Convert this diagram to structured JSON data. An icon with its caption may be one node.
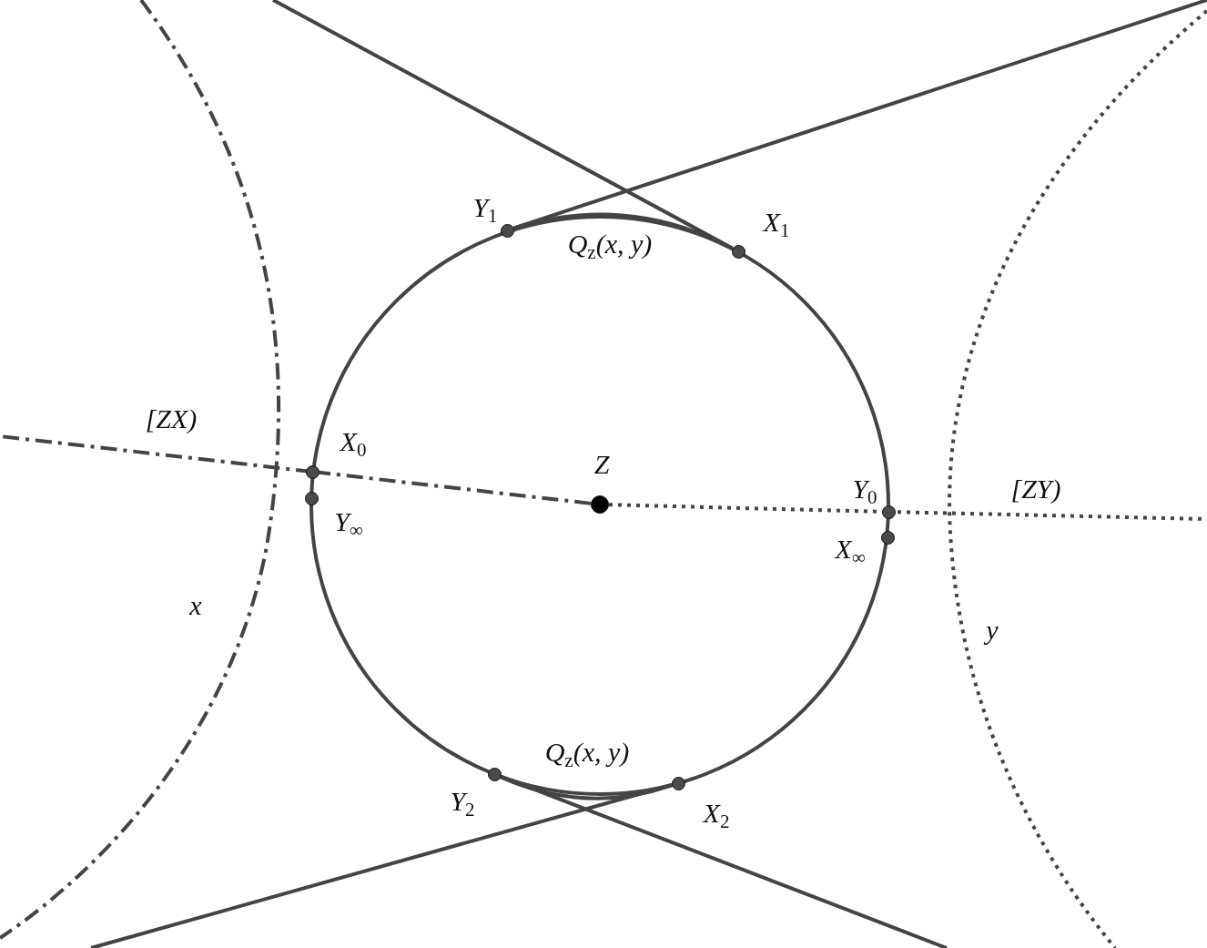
{
  "diagram": {
    "nodes": [
      {
        "text": [],
        "shape": "circle",
        "beside": [
          "Z"
        ]
      },
      {
        "text": [],
        "shape": "circle",
        "beside": [
          "X$_{0}$"
        ]
      },
      {
        "text": [],
        "shape": "circle",
        "beside": [
          "Y$_{∞}$"
        ]
      },
      {
        "text": [],
        "shape": "circle",
        "beside": [
          "Y$_{0}$"
        ]
      },
      {
        "text": [],
        "shape": "circle",
        "beside": [
          "X$_{∞}$"
        ]
      },
      {
        "text": [],
        "shape": "circle",
        "beside": [
          "Y$_{1}$"
        ]
      },
      {
        "text": [],
        "shape": "circle",
        "beside": [
          "X$_{1}$"
        ]
      },
      {
        "text": [],
        "shape": "circle",
        "beside": [
          "Y$_{2}$"
        ]
      },
      {
        "text": [],
        "shape": "circle",
        "beside": [
          "X$_{2}$"
        ]
      }
    ],
    "edges": [
      {
        "from": 0,
        "to": 1,
        "arrow": "none",
        "style": "dashed"
      },
      {
        "from": 0,
        "to": 3,
        "arrow": "none",
        "style": "dashed"
      },
      {
        "from": 5,
        "to": 6,
        "arrow": "none",
        "label": "Q$_{z}$(x, y)"
      },
      {
        "from": 7,
        "to": 8,
        "arrow": "none",
        "label": "Q$_{z}$(x, y)"
      },
      {
        "from": 6,
        "to": null,
        "arrow": "none"
      },
      {
        "from": 5,
        "to": null,
        "arrow": "none"
      },
      {
        "from": 7,
        "to": null,
        "arrow": "none"
      },
      {
        "from": 8,
        "to": null,
        "arrow": "none"
      }
    ],
    "labels": [
      "[ZX)",
      "[ZY)",
      "x",
      "y"
    ]
  }
}
